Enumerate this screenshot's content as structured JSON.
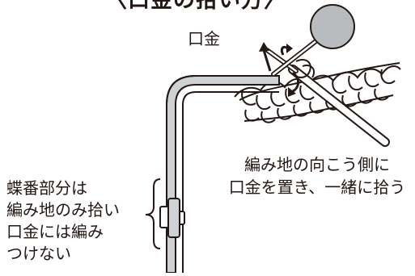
{
  "title": "〈口金の拾い方〉",
  "labels": {
    "frame": "口金",
    "instruction": [
      "編み地の向こう側に",
      "口金を置き、一緒に拾う"
    ],
    "hinge_note": [
      "蝶番部分は",
      "編み地のみ拾い",
      "口金には編み",
      "つけない"
    ]
  },
  "colors": {
    "ink": "#231815",
    "frame_fill": "#cfd2d4",
    "knob_fill": "#b9bcbe"
  }
}
